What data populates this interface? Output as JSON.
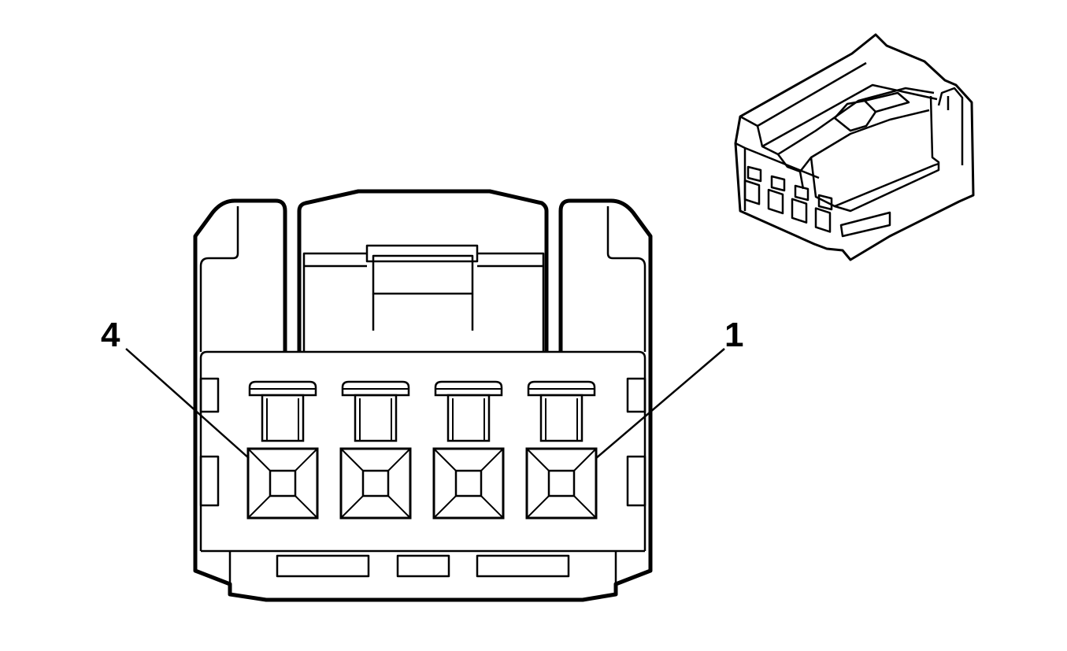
{
  "diagram": {
    "pin_labels": {
      "left": "4",
      "right": "1"
    },
    "pin_count": 4,
    "colors": {
      "line": "#000000",
      "background": "#ffffff"
    }
  }
}
